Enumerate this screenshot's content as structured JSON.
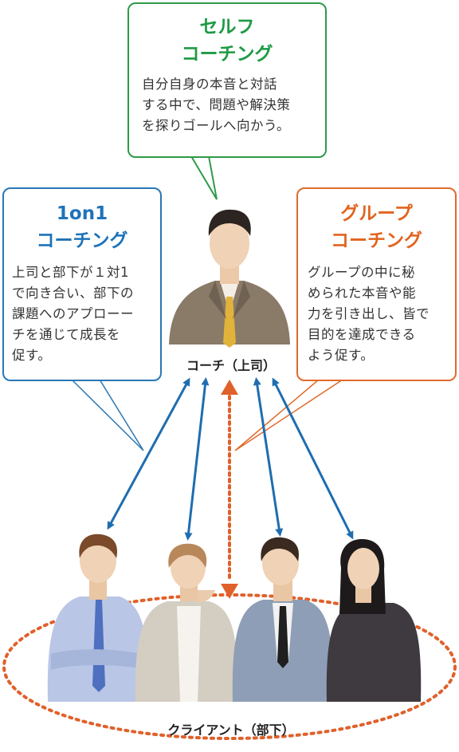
{
  "self_coaching": {
    "title_line1": "セルフ",
    "title_line2": "コーチング",
    "body_lines": [
      "自分自身の本音と対話",
      "する中で、問題や解決策",
      "を探りゴールへ向かう。"
    ]
  },
  "one_on_one_coaching": {
    "title_line1": "1on1",
    "title_line2": "コーチング",
    "body_lines": [
      "上司と部下が１対1",
      "で向き合い、部下の",
      "課題へのアプローー",
      "チを通じて成長を",
      "促す。"
    ]
  },
  "group_coaching": {
    "title_line1": "グループ",
    "title_line2": "コーチング",
    "body_lines": [
      "グループの中に秘",
      "められた本音や能",
      "力を引き出し、皆で",
      "目的を達成できる",
      "よう促す。"
    ]
  },
  "coach_label": "コーチ（上司）",
  "client_label": "クライアント（部下）",
  "colors": {
    "green": "#1f9a45",
    "blue": "#1e73b8",
    "orange": "#e2641f",
    "arrow_blue": "#1f6db0",
    "dotted_orange": "#e0602a"
  }
}
